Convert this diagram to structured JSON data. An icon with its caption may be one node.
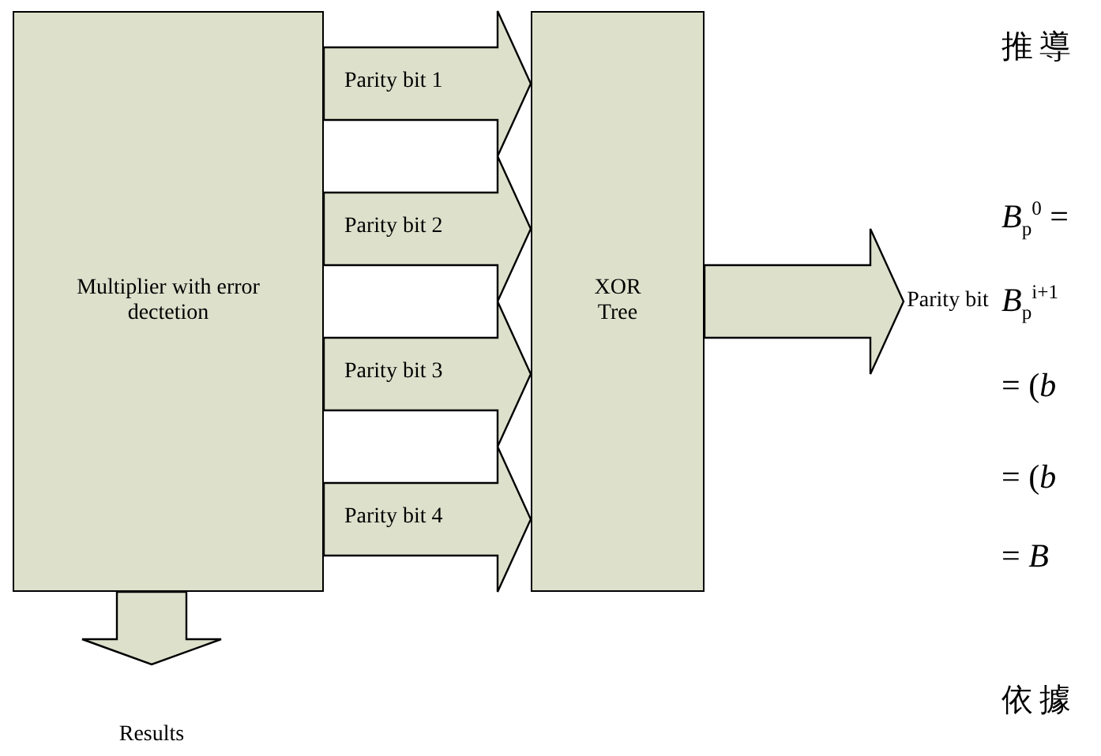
{
  "diagram": {
    "nodes": [
      {
        "text": [
          "Multiplier with error dectetion"
        ]
      },
      {
        "text": [
          "XOR Tree"
        ]
      },
      {
        "text": [
          "Results"
        ]
      },
      {
        "text": [
          "Parity bit"
        ]
      }
    ],
    "edges": [
      {
        "from": 0,
        "to": 1,
        "arrow": "to",
        "label": "Parity bit 1"
      },
      {
        "from": 0,
        "to": 1,
        "arrow": "to",
        "label": "Parity bit 2"
      },
      {
        "from": 0,
        "to": 1,
        "arrow": "to",
        "label": "Parity bit 3"
      },
      {
        "from": 0,
        "to": 1,
        "arrow": "to",
        "label": "Parity bit 4"
      },
      {
        "from": 0,
        "to": 2,
        "arrow": "to"
      },
      {
        "from": 1,
        "to": 3,
        "arrow": "to"
      }
    ],
    "labels": [
      "推導",
      "*B*$_{p}$$^{0}$ =",
      "*B*$_{p}$$^{i+1}$",
      "= (*b*",
      "= (*b*",
      "= *B*",
      "依據"
    ]
  }
}
